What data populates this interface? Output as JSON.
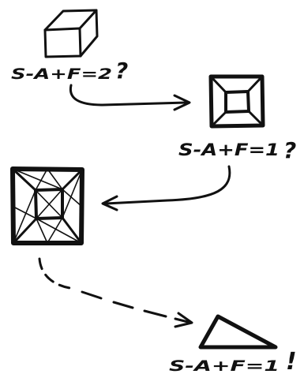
{
  "diagram": {
    "stages": [
      {
        "shape": "cube",
        "formula": "S-A+F=2",
        "mark": "?"
      },
      {
        "shape": "square-with-square-hole",
        "formula": "S-A+F=1",
        "mark": "?"
      },
      {
        "shape": "triangulated-square-with-hole",
        "formula": "",
        "mark": ""
      },
      {
        "shape": "triangle",
        "formula": "S-A+F=1",
        "mark": "!"
      }
    ],
    "connectors": [
      {
        "from": "cube",
        "to": "square-with-square-hole",
        "style": "solid"
      },
      {
        "from": "square-with-square-hole",
        "to": "triangulated-square-with-hole",
        "style": "solid"
      },
      {
        "from": "triangulated-square-with-hole",
        "to": "triangle",
        "style": "dashed"
      }
    ]
  }
}
